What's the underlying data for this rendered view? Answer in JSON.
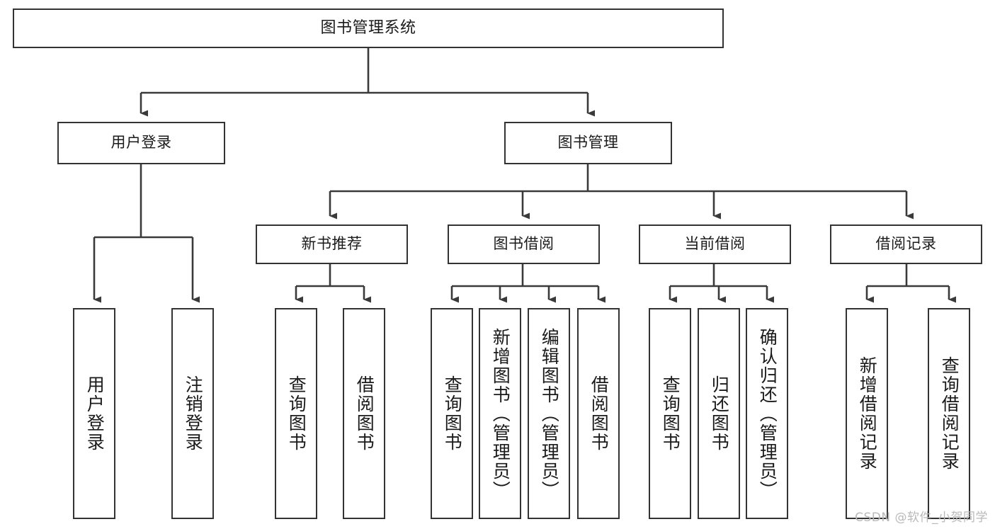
{
  "diagram": {
    "title": "图书管理系统",
    "watermark": "CSDN @软件_小贺同学",
    "colors": {
      "background": "#ffffff",
      "box_border": "#333333",
      "connector": "#3a3a3a",
      "text": "#1a1a1a",
      "watermark": "#b9b9b9"
    },
    "root": {
      "label": "图书管理系统"
    },
    "level1": [
      {
        "label": "用户登录"
      },
      {
        "label": "图书管理"
      }
    ],
    "level2": [
      {
        "label": "新书推荐"
      },
      {
        "label": "图书借阅"
      },
      {
        "label": "当前借阅"
      },
      {
        "label": "借阅记录"
      }
    ],
    "leaves": {
      "user_login": [
        {
          "label": "用户登录"
        },
        {
          "label": "注销登录"
        }
      ],
      "new_book_recommend": [
        {
          "label": "查询图书"
        },
        {
          "label": "借阅图书"
        }
      ],
      "book_borrow": [
        {
          "label": "查询图书"
        },
        {
          "label": "新增图书（管理员）"
        },
        {
          "label": "编辑图书（管理员）"
        },
        {
          "label": "借阅图书"
        }
      ],
      "current_borrow": [
        {
          "label": "查询图书"
        },
        {
          "label": "归还图书"
        },
        {
          "label": "确认归还（管理员）"
        }
      ],
      "borrow_record": [
        {
          "label": "新增借阅记录"
        },
        {
          "label": "查询借阅记录"
        }
      ]
    }
  }
}
